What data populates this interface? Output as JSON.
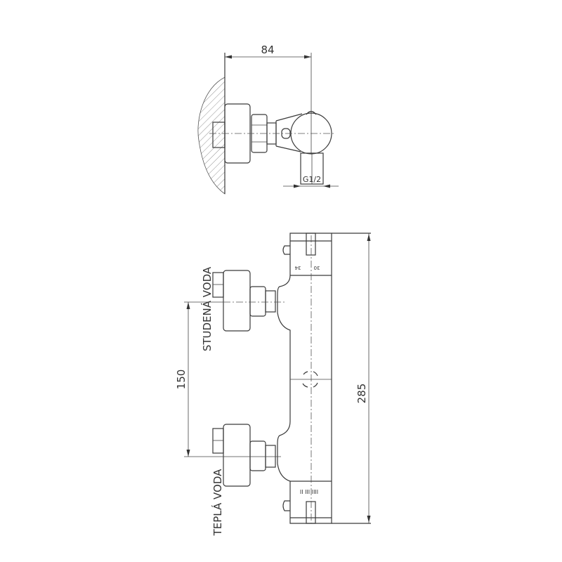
{
  "top_view": {
    "dimension_width": "84",
    "thread_label": "G1/2"
  },
  "front_view": {
    "dimension_inlet_spacing": "150",
    "dimension_height": "285",
    "cold_water_label": "STUDENÁ VODA",
    "hot_water_label": "TEPLÁ VODA",
    "temp_marks": [
      "34",
      "30"
    ],
    "flow_marks": "II III IIII"
  }
}
